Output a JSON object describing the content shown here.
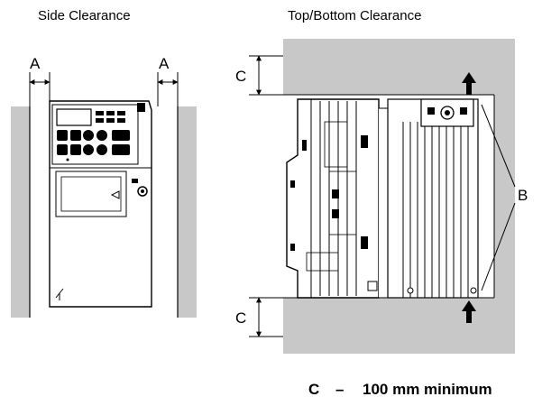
{
  "titles": {
    "side": "Side Clearance",
    "top_bottom": "Top/Bottom Clearance"
  },
  "labels": {
    "a_left": "A",
    "a_right": "A",
    "c_top": "C",
    "c_bottom": "C",
    "b": "B"
  },
  "legend": {
    "letter": "C",
    "dash": "–",
    "text": "100 mm minimum"
  },
  "colors": {
    "wall_gray": "#c8c8c8",
    "line": "#000000",
    "background": "#ffffff"
  }
}
